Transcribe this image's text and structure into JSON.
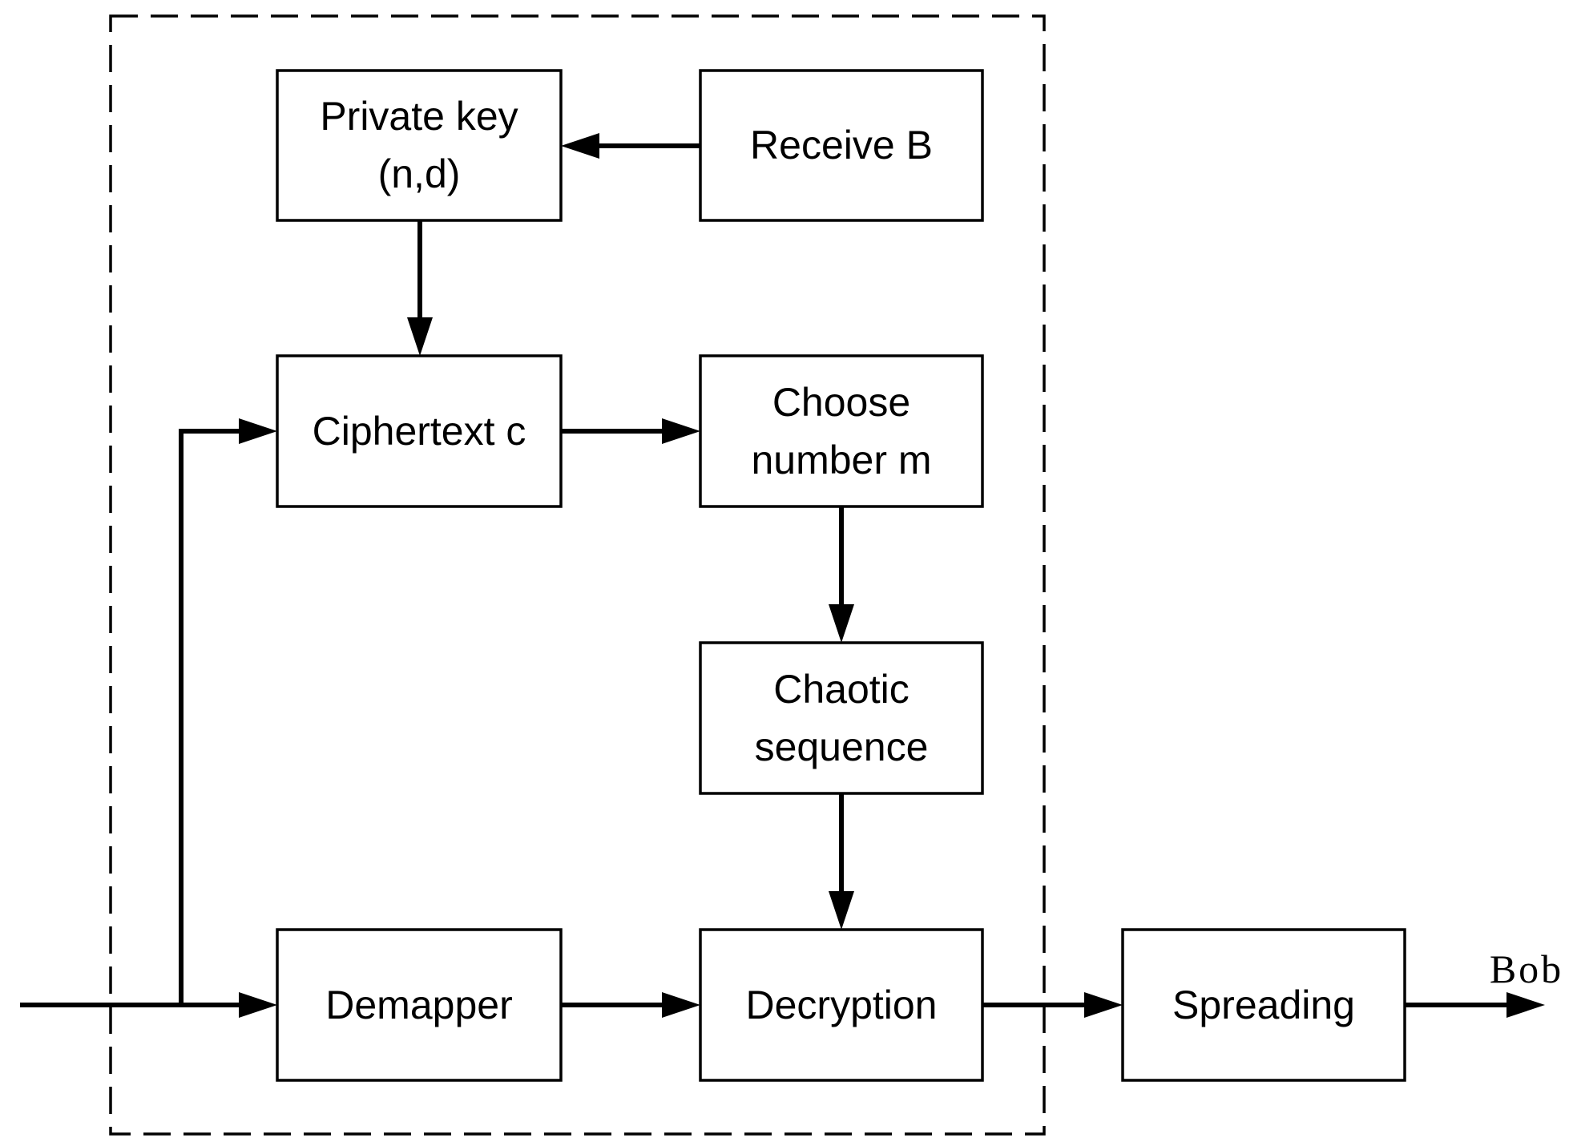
{
  "blocks": {
    "private_key": [
      "Private key",
      "(n,d)"
    ],
    "receive_b": [
      "Receive B"
    ],
    "ciphertext": [
      "Ciphertext c"
    ],
    "choose_number": [
      "Choose",
      "number m"
    ],
    "chaotic_sequence": [
      "Chaotic",
      "sequence"
    ],
    "demapper": [
      "Demapper"
    ],
    "decryption": [
      "Decryption"
    ],
    "spreading": [
      "Spreading"
    ]
  },
  "output_label": "Bob"
}
